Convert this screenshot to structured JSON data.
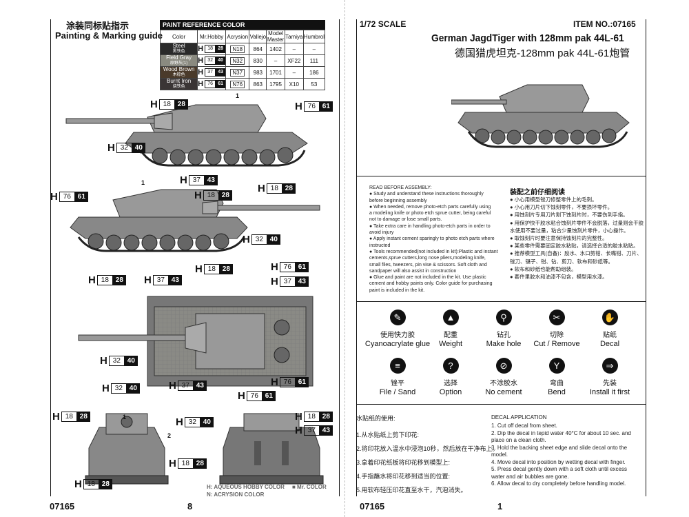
{
  "left": {
    "title_zh": "涂装同标贴指示",
    "title_en": "Painting & Marking guide",
    "table_title": "PAINT  REFERENCE COLOR",
    "headers": [
      "Color",
      "Mr.Hobby",
      "Acrysion",
      "Vallejo",
      "Model Master",
      "Tamiya",
      "Humbrol"
    ],
    "rows": [
      {
        "name": "Steel",
        "zh": "黑铁色",
        "swatch": "#2a2a2a",
        "h": "H",
        "h1": "18",
        "h2": "28",
        "n": "N18",
        "vallejo": "864",
        "mm": "1402",
        "tamiya": "–",
        "humbrol": "–"
      },
      {
        "name": "Field Gray",
        "zh": "原野灰(1)",
        "swatch": "#8a8a80",
        "h": "H",
        "h1": "32",
        "h2": "40",
        "n": "N32",
        "vallejo": "830",
        "mm": "–",
        "tamiya": "XF22",
        "humbrol": "111"
      },
      {
        "name": "Wood Brown",
        "zh": "木棕色",
        "swatch": "#4a3a2a",
        "h": "H",
        "h1": "37",
        "h2": "43",
        "n": "N37",
        "vallejo": "983",
        "mm": "1701",
        "tamiya": "–",
        "humbrol": "186"
      },
      {
        "name": "Burnt Iron",
        "zh": "烧铁色",
        "swatch": "#3a3535",
        "h": "H",
        "h1": "76",
        "h2": "61",
        "n": "N76",
        "vallejo": "863",
        "mm": "1795",
        "tamiya": "X10",
        "humbrol": "53"
      }
    ],
    "callouts": {
      "h": "H",
      "steel": [
        "18",
        "28"
      ],
      "field_gray": [
        "32",
        "40"
      ],
      "wood_brown": [
        "37",
        "43"
      ],
      "burnt_iron": [
        "76",
        "61"
      ]
    },
    "markers": [
      "1",
      "2"
    ],
    "footer_note_1": "H: AQUEOUS HOBBY COLOR",
    "footer_note_1b": "■ Mr. COLOR",
    "footer_note_2": "N: ACRYSION COLOR",
    "item_no": "07165",
    "page_no": "8"
  },
  "right": {
    "scale": "1/72  SCALE",
    "item": "ITEM  NO.:07165",
    "title_en": "German JagdTiger with 128mm pak 44L-61",
    "title_zh": "德国猎虎坦克-128mm pak 44L-61炮管",
    "read_before_title": "READ BEFORE ASSEMBLY:",
    "read_before_lines": [
      "● Study and understand these instructions thoroughly",
      "   before beginning assembly",
      "● When needed, remove photo-etch parts carefully using",
      "   a modeling knife or photo etch sprue cutter, being careful",
      "   not to damage or lose small parts.",
      "● Take extra care in handling photo-etch parts in order to",
      "   avoid injury",
      "● Apply instant cement sparingly to photo etch parts where",
      "   instructed",
      "● Tools recommended(not included in kit):Plastic and instant",
      "   cements,sprue cutters,long nose pliers,modeling knife,",
      "   small files, tweezers, pin vise & scissors. Soft cloth and",
      "   sandpaper will also assist in construction",
      "● Glue and paint are not included in the kit. Use plastic",
      "   cement and hobby paints only. Color guide for purchasing",
      "   paint is included in the kit."
    ],
    "zh_title": "装配之前仔细阅读",
    "zh_lines": [
      "● 小心用模型锉刀修整零件上的毛刺。",
      "● 小心用刀片切下蚀刻零件，不要损坏零件。",
      "● 用蚀刻片专用刀片割下蚀刻片时，不要伤到手指。",
      "● 用保护快干胶水粘合蚀刻片零件不会脱落，过量则会干胶",
      "   水使用不要过量，粘合少量蚀刻片零件，小心操作。",
      "● 取蚀刻片时要注意保持蚀刻片的完整性。",
      "● 某些零件需要固定胶水粘贴，请选择合适的胶水粘贴。",
      "● 推荐模型工具(自备)：胶水、水口剪钳、长嘴钳、刀片、",
      "   锉刀、镊子、钳、钻、剪刀、软布和砂纸等。",
      "● 软布和砂纸也能帮助组装。",
      "● 套件里胶水和油漆不包含，模型用水漆。"
    ],
    "icons": [
      {
        "zh": "使用快力胶",
        "en": "Cyanoacrylate glue",
        "icon": "glue-drop-icon",
        "glyph": "✎"
      },
      {
        "zh": "配重",
        "en": "Weight",
        "icon": "weight-icon",
        "glyph": "▲"
      },
      {
        "zh": "钻孔",
        "en": "Make hole",
        "icon": "drill-icon",
        "glyph": "⚲"
      },
      {
        "zh": "切除",
        "en": "Cut / Remove",
        "icon": "cut-icon",
        "glyph": "✂"
      },
      {
        "zh": "贴纸",
        "en": "Decal",
        "icon": "decal-icon",
        "glyph": "✋"
      },
      {
        "zh": "锉平",
        "en": "File / Sand",
        "icon": "file-sand-icon",
        "glyph": "≡"
      },
      {
        "zh": "选择",
        "en": "Option",
        "icon": "option-icon",
        "glyph": "?"
      },
      {
        "zh": "不涂胶水",
        "en": "No cement",
        "icon": "no-cement-icon",
        "glyph": "⊘"
      },
      {
        "zh": "弯曲",
        "en": "Bend",
        "icon": "bend-icon",
        "glyph": "Y"
      },
      {
        "zh": "先装",
        "en": "Install it first",
        "icon": "install-first-icon",
        "glyph": "⇒"
      }
    ],
    "decal_zh_title": "水贴纸的使用:",
    "decal_zh_lines": [
      "1.从水贴纸上剪下印花:",
      "2.将印花放入温水中浸泡10秒，然后放在干净布上。",
      "3.拿着印花纸板将印花移到模型上:",
      "4.手指蘸水将印花移到适当的位置:",
      "5.用软布轻压印花直至水干，汽泡消失。"
    ],
    "decal_en_title": "DECAL APPLICATION",
    "decal_en_lines": [
      "1. Cut off decal from sheet.",
      "2. Dip the decal in tepid water 40°C for about 10 sec. and",
      "    place on a clean cloth.",
      "3. Hold the backing sheet edge and slide decal onto the",
      "    model.",
      "4. Move decal into position by wetting decal with finger.",
      "5. Press decal gently down with a soft cloth until excess",
      "    water and air bubbles are gone.",
      "6. Allow decal to dry completely before handling model."
    ],
    "item_no": "07165",
    "page_no": "1"
  }
}
